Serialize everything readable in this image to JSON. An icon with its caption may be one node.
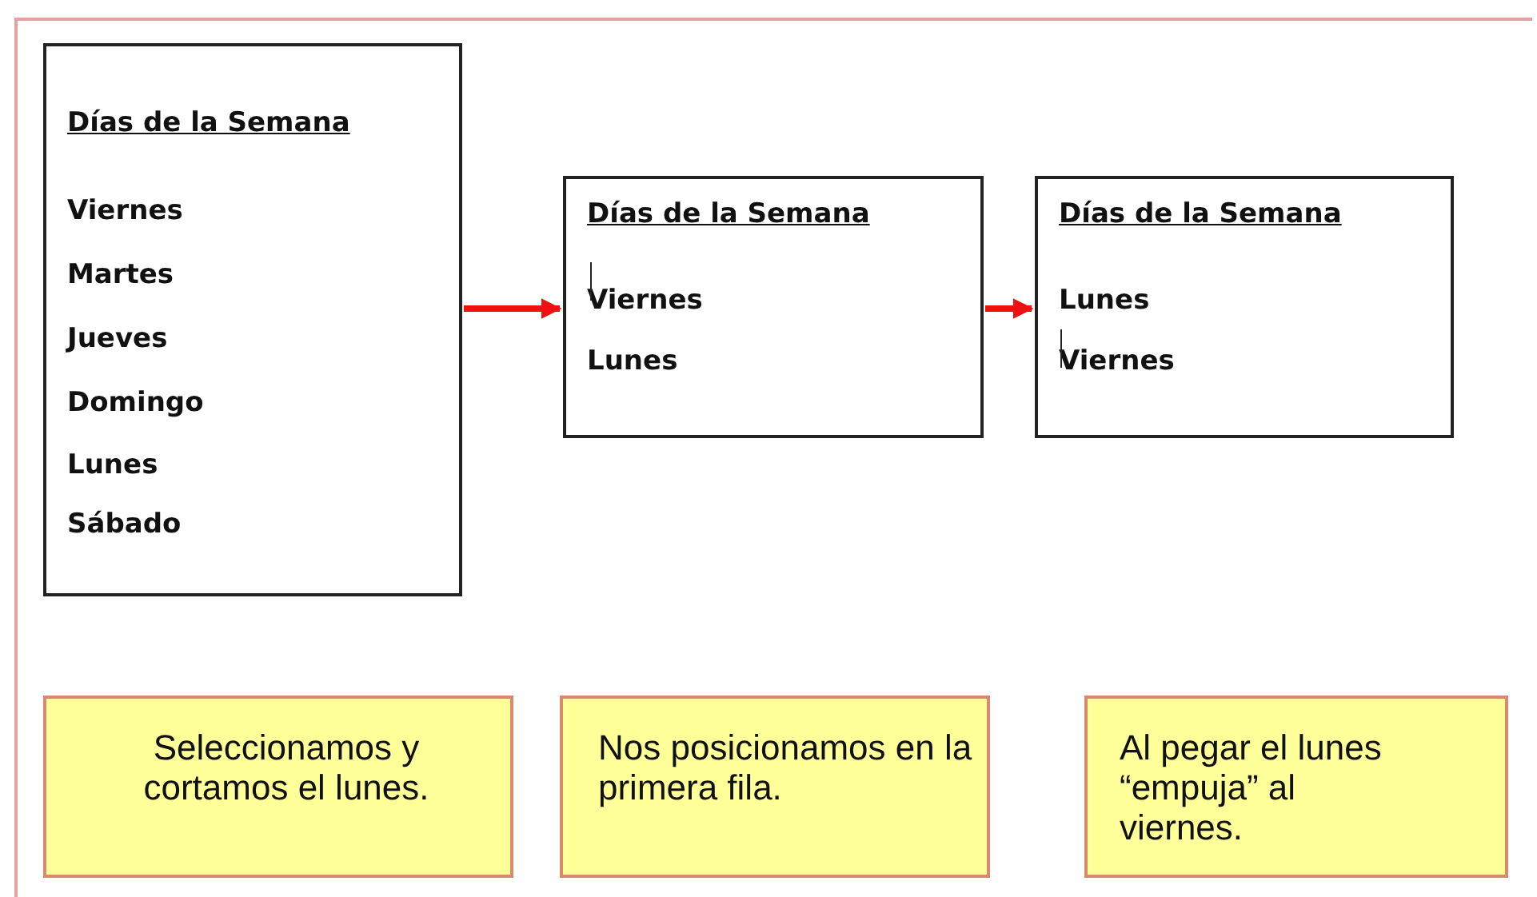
{
  "diagram": {
    "nodes": [
      {
        "text": [
          "Días de la Semana",
          "Viernes",
          "Martes",
          "Jueves",
          "Domingo",
          "Lunes",
          "Sábado"
        ]
      },
      {
        "text": [
          "Días de la Semana",
          "Viernes",
          "Lunes"
        ]
      },
      {
        "text": [
          "Días de la Semana",
          "Lunes",
          "Viernes"
        ]
      },
      {
        "text": [
          "Seleccionamos y cortamos el lunes."
        ]
      },
      {
        "text": [
          "Nos posicionamos en la primera fila."
        ]
      },
      {
        "text": [
          "Al pegar el lunes “empuja” al viernes."
        ]
      }
    ],
    "edges": [
      {
        "from": 0,
        "to": 1,
        "arrow": "to"
      },
      {
        "from": 1,
        "to": 2,
        "arrow": "to"
      }
    ]
  }
}
